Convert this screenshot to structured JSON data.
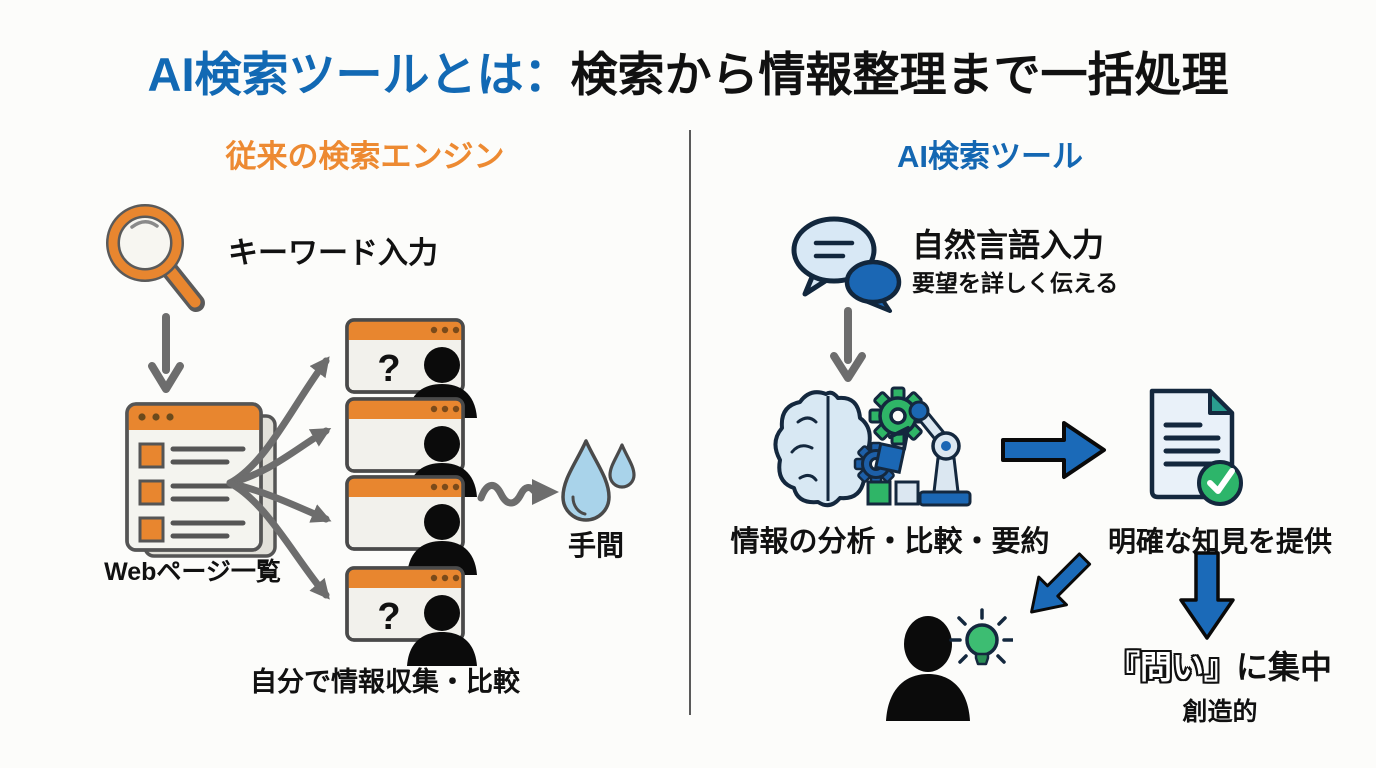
{
  "title": {
    "prefix": "AI検索ツールとは：",
    "suffix": "検索から情報整理まで一括処理"
  },
  "left": {
    "heading": "従来の検索エンジン",
    "keyword_input": "キーワード入力",
    "web_list": "Webページ一覧",
    "hassle": "手間",
    "self_collect": "自分で情報収集・比較",
    "question_mark": "?"
  },
  "right": {
    "heading": "AI検索ツール",
    "natural_input": "自然言語入力",
    "natural_input_sub": "要望を詳しく伝える",
    "analysis": "情報の分析・比較・要約",
    "insight": "明確な知見を提供",
    "focus_quote": "『問い』",
    "focus_rest": "に集中",
    "creative": "創造的"
  },
  "colors": {
    "title_blue": "#1269b4",
    "heading_orange": "#ed8a32",
    "icon_orange": "#e8862f",
    "solid_blue": "#1b6ab8",
    "light_blue": "#d8e8f5",
    "green": "#2fb567",
    "teal": "#2a9d8f",
    "drop_blue": "#a9d3ea",
    "arrow_gray": "#6d6d6d",
    "dark_outline": "#14283e"
  }
}
